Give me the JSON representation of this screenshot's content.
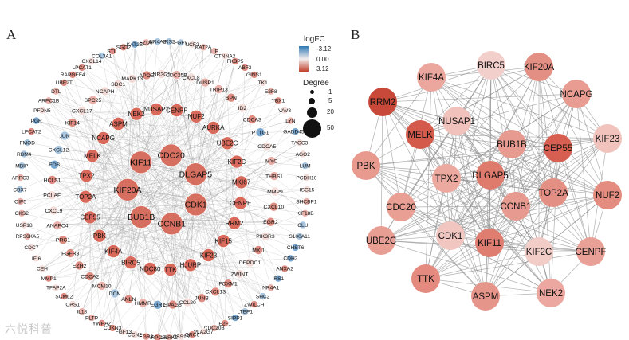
{
  "panels": {
    "a": "A",
    "b": "B"
  },
  "legend": {
    "logfc_title": "logFC",
    "logfc_ticks": [
      "-3.12",
      "0.00",
      "3.12"
    ],
    "degree_title": "Degree",
    "degree_ticks": [
      "1",
      "5",
      "20",
      "50"
    ],
    "colors": {
      "low": "#2f78b4",
      "mid": "#f3eeee",
      "high": "#c0402d"
    }
  },
  "watermark": "六悦科普",
  "networkA": {
    "outer_genes": [
      "FGF9",
      "NCF2",
      "KAT2A",
      "LIF",
      "CTNNA2",
      "FKBP5",
      "ABF3",
      "GINS1",
      "TK1",
      "E2F8",
      "YBX1",
      "VAV3",
      "LYN",
      "GADD45B",
      "TACC3",
      "AGO2",
      "LUM",
      "PCDH10",
      "ISG15",
      "SHCBP1",
      "KIF18B",
      "CLU",
      "S100A11",
      "CHST6",
      "CDH2",
      "ANXA2",
      "IRS1",
      "NR4A1",
      "SHC2",
      "ZWILCH",
      "LTBP1",
      "SIPP1",
      "E2F1",
      "CDC20B",
      "PLA2G7",
      "ORC6",
      "KISS1R",
      "LRRK2",
      "ARPC5L",
      "EGR3",
      "CCN2",
      "FGF13",
      "CDKN3",
      "YWHAZ",
      "PLTP",
      "IL18",
      "OAS1",
      "SCML2",
      "TFAP2A",
      "MMP1",
      "CEH",
      "IFI6",
      "CDC7",
      "RPS6KA5",
      "USP18",
      "CKS2",
      "OIP5",
      "CBX7",
      "ARPC3",
      "MBIP",
      "RBM4",
      "FMOD",
      "LPCAT2",
      "PGR",
      "PFDN5",
      "ARPC1B",
      "DTL",
      "UBE2T",
      "RAPGEF4",
      "LPCAT1",
      "CXCL14",
      "COL3A1",
      "STIL",
      "SGO2",
      "KAT2B",
      "FZD6",
      "NR4A2",
      "IRS2"
    ],
    "mid_genes": [
      "CXCL8",
      "DUSP1",
      "TRIP13",
      "SPN",
      "ID2",
      "CDCA3",
      "PTTG1",
      "CDCA5",
      "MYC",
      "THBS1",
      "MMP9",
      "CXCL10",
      "EGR2",
      "PIK3R3",
      "MXI1",
      "DEPDC1",
      "ZWINT",
      "FOXM1",
      "CXCL13",
      "JUNB",
      "CCL20",
      "SPAG5",
      "EGR1",
      "HMMR",
      "ANLN",
      "DCN",
      "MCM10",
      "CDCA2",
      "EZH2",
      "FGFR3",
      "PRC1",
      "ANAPC4",
      "CXCL9",
      "PCLAF",
      "HCLS1",
      "FOS",
      "CXCL12",
      "JUN",
      "KIF14",
      "CXCL17",
      "SPC25",
      "NCAPH",
      "SDC1",
      "MAPK13",
      "APOE",
      "NR3C1",
      "CDC25B"
    ],
    "inner_genes": [
      "CENPF",
      "NUF2",
      "AURKA",
      "UBE2C",
      "KIF2C",
      "MKI67",
      "CENPE",
      "RRM2",
      "KIF15",
      "KIF23",
      "HJURP",
      "TTK",
      "NDC80",
      "BIRC5",
      "KIF4A",
      "PBK",
      "CEP55",
      "TOP2A",
      "TPX2",
      "MELK",
      "NCAPG",
      "ASPM",
      "NEK2",
      "NUSAP1"
    ],
    "hub_genes": [
      "KIF11",
      "CDC20",
      "DLGAP5",
      "CDK1",
      "CCNB1",
      "BUB1B",
      "KIF20A"
    ]
  },
  "networkB": {
    "genes": [
      "BIRC5",
      "KIF4A",
      "KIF20A",
      "RRM2",
      "NCAPG",
      "NUSAP1",
      "MELK",
      "BUB1B",
      "CEP55",
      "KIF23",
      "PBK",
      "TPX2",
      "DLGAP5",
      "TOP2A",
      "NUF2",
      "CDC20",
      "CCNB1",
      "CDK1",
      "UBE2C",
      "KIF11",
      "KIF2C",
      "CENPF",
      "TTK",
      "ASPM",
      "NEK2"
    ],
    "shades": {
      "BIRC5": "#f2cfcb",
      "KIF4A": "#eba69e",
      "KIF20A": "#e48f83",
      "RRM2": "#c8483a",
      "NCAPG": "#e99d92",
      "NUSAP1": "#f0c2bb",
      "MELK": "#d45a4b",
      "BUB1B": "#e79a8f",
      "CEP55": "#d65f51",
      "KIF23": "#f1c3bc",
      "PBK": "#e89a8f",
      "TPX2": "#eca99f",
      "DLGAP5": "#df7b6d",
      "TOP2A": "#e48f83",
      "NUF2": "#e48c80",
      "CDC20": "#ea9f95",
      "CCNB1": "#e79a8f",
      "CDK1": "#f1c6c0",
      "UBE2C": "#e99e94",
      "KIF11": "#df7e70",
      "KIF2C": "#f2cdc8",
      "CENPF": "#e9a097",
      "TTK": "#e48a7e",
      "ASPM": "#e6958a",
      "NEK2": "#eca8a0"
    }
  }
}
